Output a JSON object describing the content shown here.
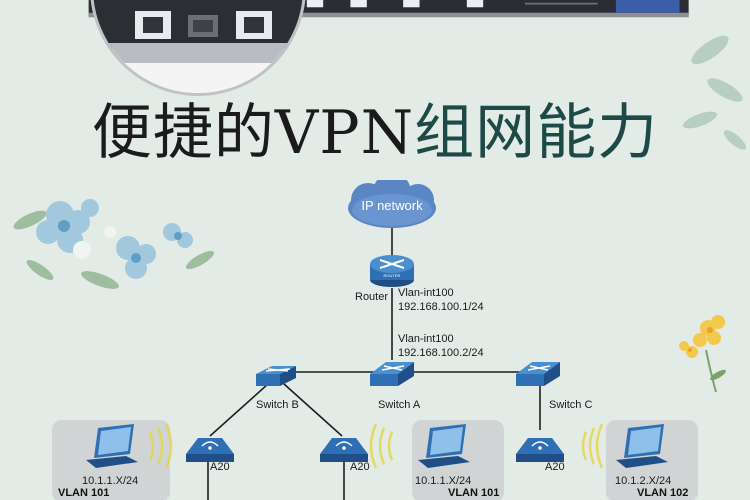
{
  "headline": {
    "part1": "便捷的VPN",
    "part2": "组网能力"
  },
  "cloud": {
    "label": "IP network"
  },
  "router": {
    "label": "Router",
    "badge": "ROUTER",
    "iface_up": "Vlan-int100",
    "ip_up": "192.168.100.1/24",
    "iface_down": "Vlan-int100",
    "ip_down": "192.168.100.2/24"
  },
  "switches": {
    "a": "Switch A",
    "b": "Switch B",
    "c": "Switch C"
  },
  "aps": [
    "A20",
    "A20",
    "A20"
  ],
  "hosts": [
    {
      "ip": "10.1.1.X/24",
      "vlan": "VLAN 101"
    },
    {
      "ip": "10.1.1.X/24",
      "vlan": "VLAN 101"
    },
    {
      "ip": "10.1.2.X/24",
      "vlan": "VLAN 102"
    }
  ],
  "colors": {
    "device_blue": "#2f6fb3",
    "cloud_blue": "#5b86c4",
    "headline_dark": "#1b1b1b",
    "headline_teal": "#1d4a46"
  }
}
